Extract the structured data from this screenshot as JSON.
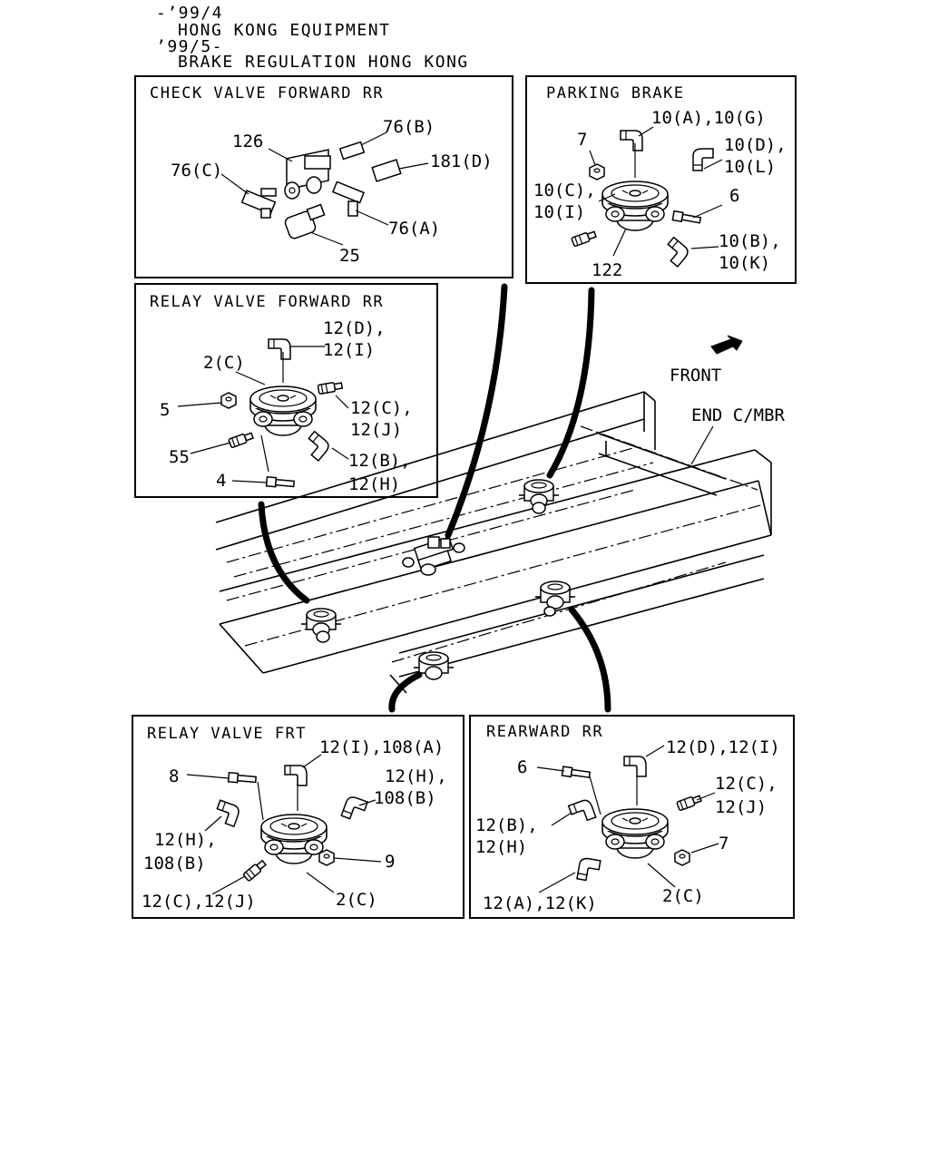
{
  "header": {
    "line1": "-’99/4",
    "line2": "HONG KONG EQUIPMENT",
    "line3": "’99/5-",
    "line4": "BRAKE REGULATION HONG KONG"
  },
  "orientation": {
    "front": "FRONT",
    "end_cmbr": "END C/MBR"
  },
  "panels": {
    "check_valve": {
      "title": "CHECK VALVE FORWARD RR",
      "labels": [
        "126",
        "76(B)",
        "76(C)",
        "181(D)",
        "76(A)",
        "25"
      ]
    },
    "parking_brake": {
      "title": "PARKING BRAKE",
      "labels": [
        "7",
        "10(A),10(G)",
        "10(D),",
        "10(L)",
        "10(C),",
        "10(I)",
        "6",
        "10(B),",
        "10(K)",
        "122"
      ]
    },
    "relay_forward": {
      "title": "RELAY VALVE FORWARD RR",
      "labels": [
        "12(D),",
        "12(I)",
        "2(C)",
        "5",
        "12(C),",
        "12(J)",
        "55",
        "12(B),",
        "12(H)",
        "4"
      ]
    },
    "relay_frt": {
      "title": "RELAY VALVE FRT",
      "labels": [
        "12(I),108(A)",
        "8",
        "12(H),",
        "108(B)",
        "12(H),",
        "108(B)",
        "9",
        "12(C),12(J)",
        "2(C)"
      ]
    },
    "rearward": {
      "title": "REARWARD RR",
      "labels": [
        "12(D),12(I)",
        "6",
        "12(C),",
        "12(J)",
        "12(B),",
        "12(H)",
        "7",
        "12(A),12(K)",
        "2(C)"
      ]
    }
  }
}
